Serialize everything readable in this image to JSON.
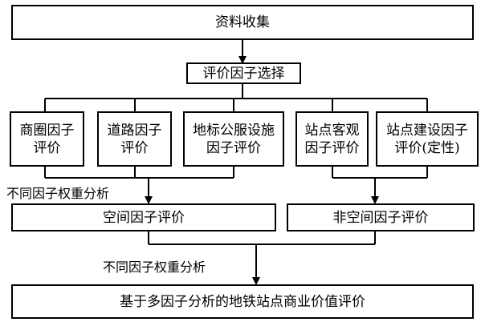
{
  "diagram": {
    "top": "资料收集",
    "select": "评价因子选择",
    "factors": [
      {
        "line1": "商圈因子",
        "line2": "评价"
      },
      {
        "line1": "道路因子",
        "line2": "评价"
      },
      {
        "line1": "地标公服设施",
        "line2": "因子评价"
      },
      {
        "line1": "站点客观",
        "line2": "因子评价"
      },
      {
        "line1": "站点建设因子",
        "line2": "评价(定性)"
      }
    ],
    "weight_label_1": "不同因子权重分析",
    "spatial": "空间因子评价",
    "nonspatial": "非空间因子评价",
    "weight_label_2": "不同因子权重分析",
    "final": "基于多因子分析的地铁站点商业价值评价"
  }
}
